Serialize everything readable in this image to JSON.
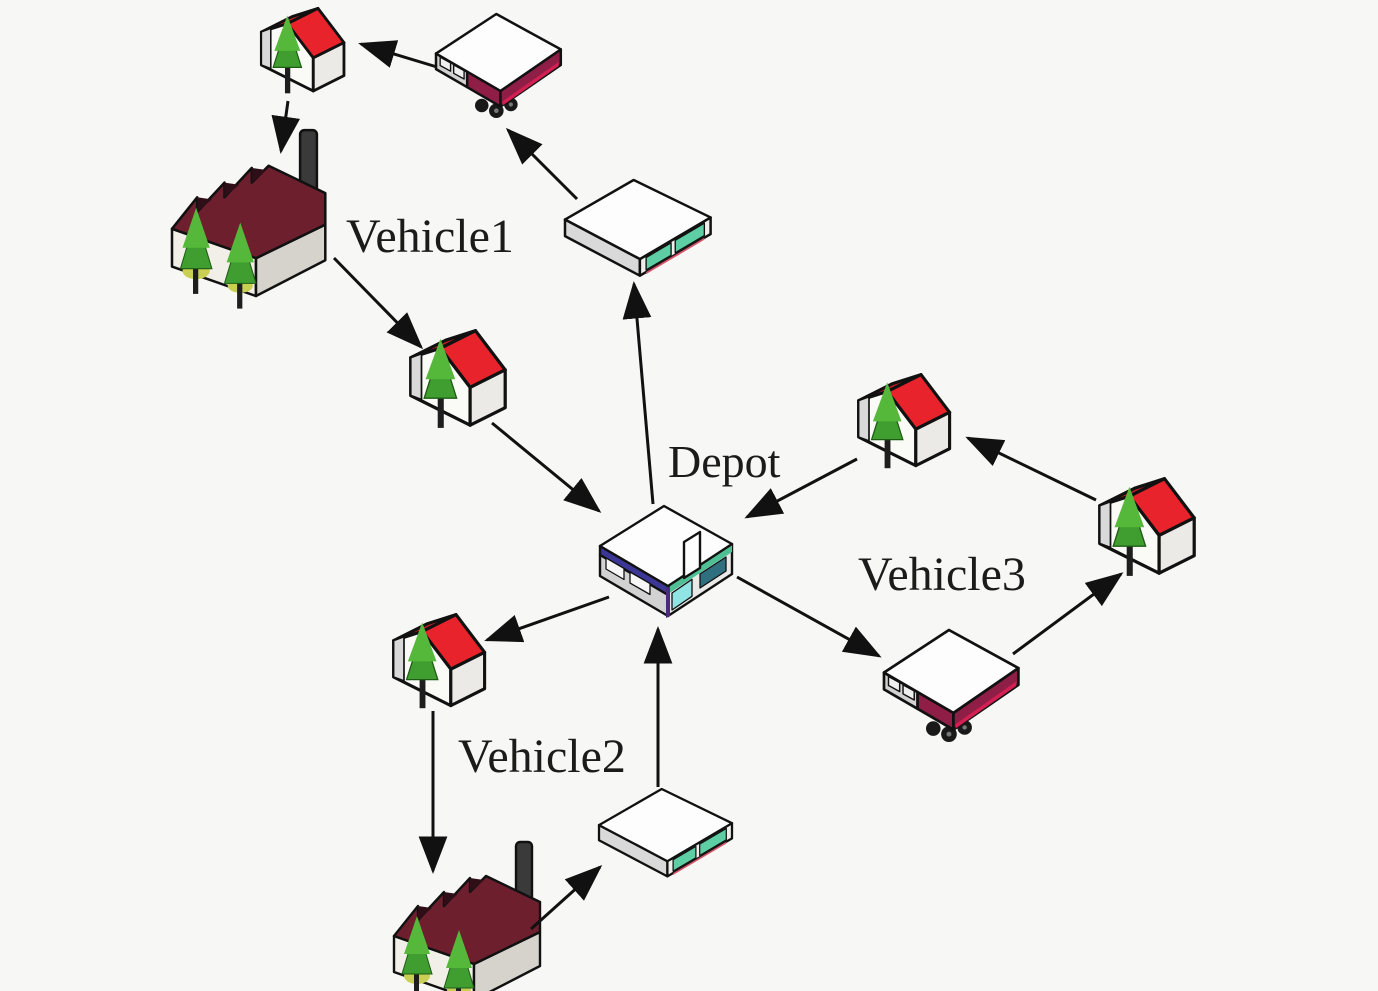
{
  "diagram": {
    "type": "vehicle-routing-diagram",
    "background_color": "#f7f7f5",
    "labels": {
      "depot": "Depot",
      "vehicle1": "Vehicle1",
      "vehicle2": "Vehicle2",
      "vehicle3": "Vehicle3"
    },
    "colors": {
      "outline": "#111111",
      "arrow": "#111111",
      "house_roof_red": "#e8232b",
      "house_roof_red_dark": "#c41e25",
      "house_wall_white": "#fafaf7",
      "house_wall_side": "#eceae6",
      "house_wall_grey": "#d9d9d9",
      "factory_roof_maroon": "#6d1f2e",
      "factory_roof_shadow": "#2e0f18",
      "factory_wall_front": "#f2efe8",
      "factory_wall_side": "#d6d3cc",
      "chimney_grey": "#3a3a3a",
      "truck_top_white": "#fdfdfd",
      "truck_body_maroon": "#8e1e46",
      "truck_stripe_red": "#d31f52",
      "truck_cab_grey": "#d2d2d2",
      "truck_light_green": "#3aa03a",
      "truck_light_red": "#e02020",
      "wheel_dark": "#191919",
      "warehouse_roof_white": "#fdfdfd",
      "warehouse_wall_grey": "#d9d9d9",
      "warehouse_wall_front": "#f0efec",
      "warehouse_window_teal": "#5ecfa4",
      "warehouse_stripe_red": "#d4556a",
      "depot_band_blue": "#3c3796",
      "depot_band_teal": "#4fc096",
      "depot_window_cyan": "#90e4e4",
      "depot_window_dark_teal": "#2f6f80",
      "depot_corner_purple": "#4a2a7a",
      "depot_wall_grey": "#d2d2d2",
      "tree_green_dark": "#3f9e2f",
      "tree_green_light": "#56b83a",
      "tree_base_yellow": "#c9cf52",
      "trunk_dark": "#1e1e1e"
    },
    "nodes": [
      {
        "id": "depot",
        "type": "depot-building",
        "label": "Depot"
      },
      {
        "id": "warehouse-north",
        "type": "warehouse"
      },
      {
        "id": "truck-vehicle1",
        "type": "delivery-truck"
      },
      {
        "id": "house-northwest",
        "type": "customer-house"
      },
      {
        "id": "factory-west",
        "type": "factory"
      },
      {
        "id": "house-west",
        "type": "customer-house"
      },
      {
        "id": "house-southwest",
        "type": "customer-house"
      },
      {
        "id": "factory-south",
        "type": "factory"
      },
      {
        "id": "warehouse-south",
        "type": "warehouse"
      },
      {
        "id": "truck-vehicle3",
        "type": "delivery-truck"
      },
      {
        "id": "house-far-east",
        "type": "customer-house"
      },
      {
        "id": "house-northeast",
        "type": "customer-house"
      }
    ],
    "routes": [
      {
        "label": "Vehicle1",
        "path": [
          "depot",
          "warehouse-north",
          "truck-vehicle1",
          "house-northwest",
          "factory-west",
          "house-west",
          "depot"
        ]
      },
      {
        "label": "Vehicle2",
        "path": [
          "depot",
          "house-southwest",
          "factory-south",
          "warehouse-south",
          "depot"
        ]
      },
      {
        "label": "Vehicle3",
        "path": [
          "depot",
          "truck-vehicle3",
          "house-far-east",
          "house-northeast",
          "depot"
        ]
      }
    ]
  }
}
